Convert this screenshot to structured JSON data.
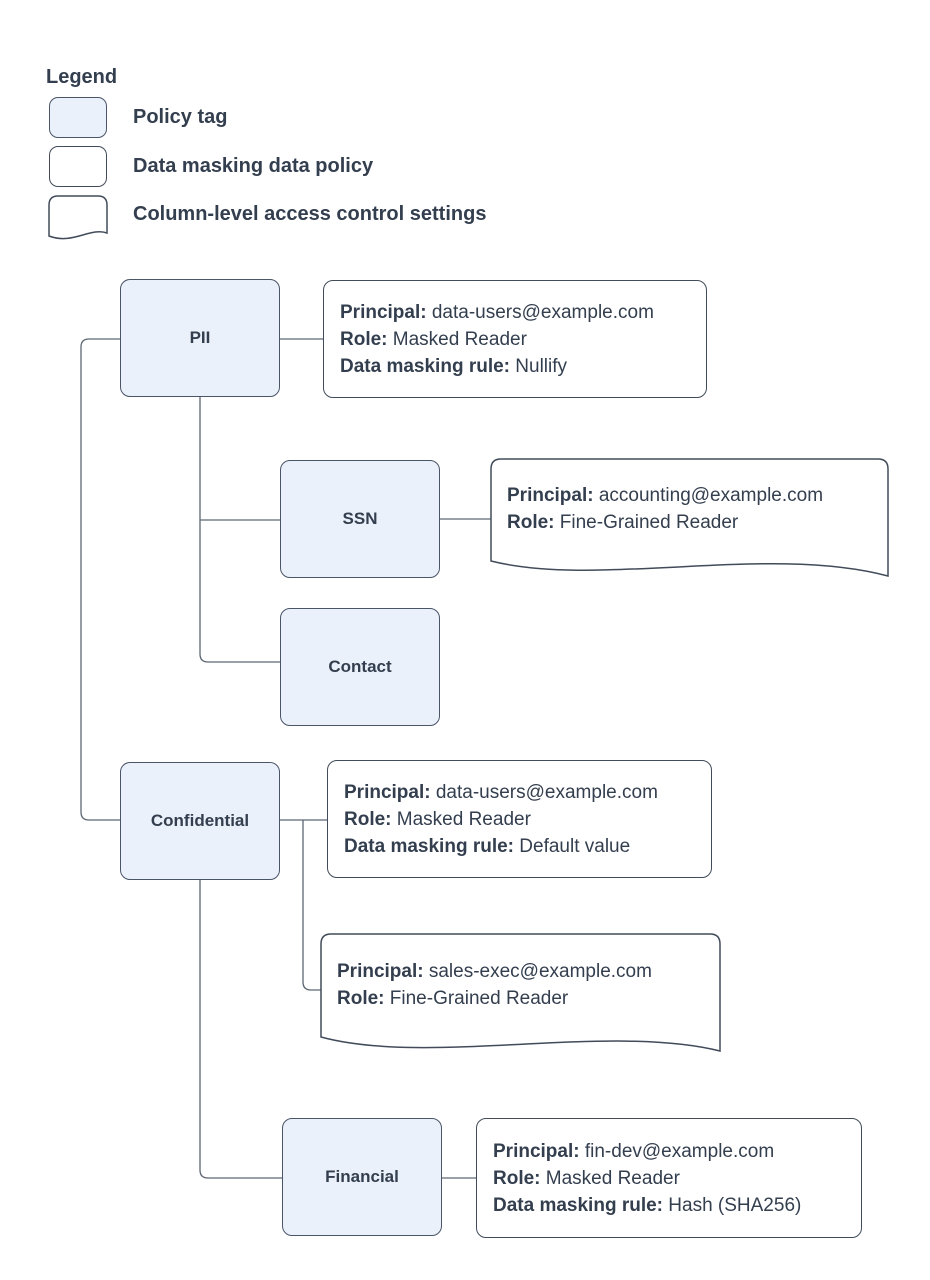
{
  "legend": {
    "title": "Legend",
    "items": [
      {
        "name": "policy-tag",
        "label": "Policy tag"
      },
      {
        "name": "data-masking-data-policy",
        "label": "Data masking data policy"
      },
      {
        "name": "column-level-access-control-settings",
        "label": "Column-level access control settings"
      }
    ]
  },
  "nodes": [
    {
      "id": "pii",
      "label": "PII"
    },
    {
      "id": "ssn",
      "label": "SSN"
    },
    {
      "id": "contact",
      "label": "Contact"
    },
    {
      "id": "confidential",
      "label": "Confidential"
    },
    {
      "id": "financial",
      "label": "Financial"
    }
  ],
  "policies": {
    "pii_masking": {
      "type": "data-masking-data-policy",
      "lines": [
        {
          "label": "Principal:",
          "value": "data-users@example.com"
        },
        {
          "label": "Role:",
          "value": "Masked Reader"
        },
        {
          "label": "Data masking rule:",
          "value": "Nullify"
        }
      ]
    },
    "ssn_access": {
      "type": "column-level-access-control-settings",
      "lines": [
        {
          "label": "Principal:",
          "value": "accounting@example.com"
        },
        {
          "label": "Role:",
          "value": "Fine-Grained Reader"
        }
      ]
    },
    "confidential_masking": {
      "type": "data-masking-data-policy",
      "lines": [
        {
          "label": "Principal:",
          "value": "data-users@example.com"
        },
        {
          "label": "Role:",
          "value": "Masked Reader"
        },
        {
          "label": "Data masking rule:",
          "value": "Default value"
        }
      ]
    },
    "confidential_access": {
      "type": "column-level-access-control-settings",
      "lines": [
        {
          "label": "Principal:",
          "value": "sales-exec@example.com"
        },
        {
          "label": "Role:",
          "value": "Fine-Grained Reader"
        }
      ]
    },
    "financial_masking": {
      "type": "data-masking-data-policy",
      "lines": [
        {
          "label": "Principal:",
          "value": "fin-dev@example.com"
        },
        {
          "label": "Role:",
          "value": "Masked Reader"
        },
        {
          "label": "Data masking rule:",
          "value": "Hash (SHA256)"
        }
      ]
    }
  },
  "colors": {
    "policy_tag_fill": "#EBF1FB",
    "node_border": "#4A5568",
    "box_border": "#414B59",
    "connector": "#5D6773",
    "text": "#333E4E",
    "background": "#FFFFFF"
  }
}
